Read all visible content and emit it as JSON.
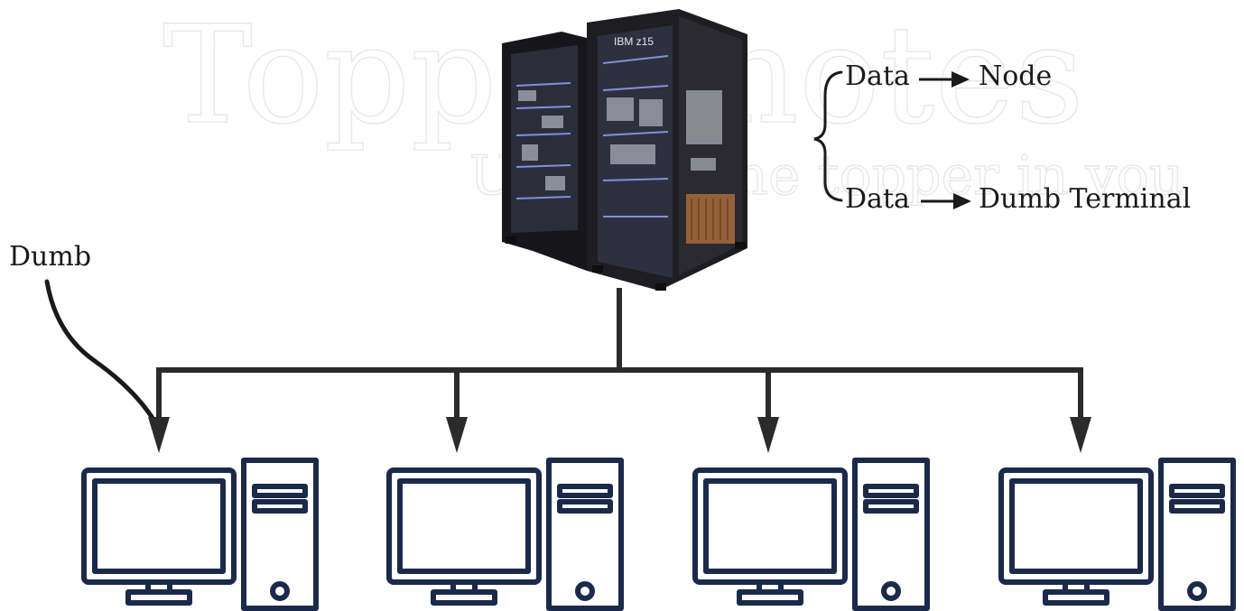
{
  "watermark": {
    "brand": "Toppersnotes",
    "tagline": "Unleash the topper in you"
  },
  "mainframe": {
    "badge": "IBM z15",
    "icon": "mainframe-server-icon"
  },
  "legend": {
    "row1": {
      "from": "Data",
      "to": "Node"
    },
    "row2": {
      "from": "Data",
      "to": "Dumb Terminal"
    }
  },
  "callout": {
    "label": "Dumb"
  },
  "terminals": {
    "count": 4,
    "icon": "desktop-computer-icon",
    "stroke_color": "#1b2a4a"
  },
  "colors": {
    "line": "#2b2b2b",
    "terminal": "#1b2a4a",
    "cabinet": "#1e1e22",
    "glow": "#7d8cff"
  }
}
